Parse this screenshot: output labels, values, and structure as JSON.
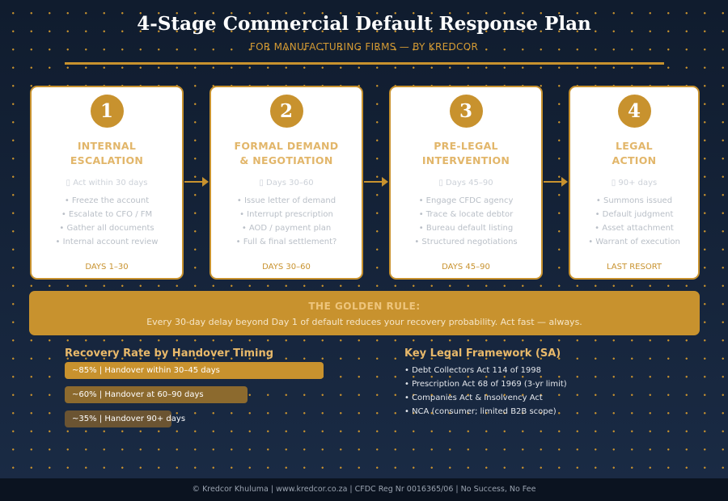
{
  "title": "4-Stage Commercial Default Response Plan",
  "subtitle": "FOR MANUFACTURING FIRMS  —  BY KREDCOR",
  "stages": [
    {
      "num": "1",
      "title1": "INTERNAL",
      "title2": "ESCALATION",
      "timing": "▯ Act within 30 days",
      "items": [
        "• Freeze the account",
        "• Escalate to CFO / FM",
        "• Gather all documents",
        "• Internal account review"
      ],
      "days": "DAYS 1–30"
    },
    {
      "num": "2",
      "title1": "FORMAL DEMAND",
      "title2": "& NEGOTIATION",
      "timing": "▯ Days 30–60",
      "items": [
        "• Issue letter of demand",
        "• Interrupt prescription",
        "• AOD / payment plan",
        "• Full & final settlement?"
      ],
      "days": "DAYS 30–60"
    },
    {
      "num": "3",
      "title1": "PRE-LEGAL",
      "title2": "INTERVENTION",
      "timing": "▯ Days 45–90",
      "items": [
        "• Engage CFDC agency",
        "• Trace & locate debtor",
        "• Bureau default listing",
        "• Structured negotiations"
      ],
      "days": "DAYS 45–90"
    },
    {
      "num": "4",
      "title1": "LEGAL",
      "title2": "ACTION",
      "timing": "▯ 90+ days",
      "items": [
        "• Summons issued",
        "• Default judgment",
        "• Asset attachment",
        "• Warrant of execution"
      ],
      "days": "LAST RESORT"
    }
  ],
  "golden_rule": {
    "heading": "THE GOLDEN RULE:",
    "text": "Every 30-day delay beyond Day 1 of default reduces your recovery probability. Act fast — always."
  },
  "recovery": {
    "heading": "Recovery Rate by Handover Timing",
    "bars": [
      {
        "label": "~85%  |  Handover within 30–45 days",
        "value": 85,
        "color": "#c8922e"
      },
      {
        "label": "~60%  |  Handover at 60–90 days",
        "value": 60,
        "color": "#8c6a2e"
      },
      {
        "label": "~35%  |  Handover 90+ days",
        "value": 35,
        "color": "#6b5432"
      }
    ]
  },
  "legal": {
    "heading": "Key Legal Framework (SA)",
    "items": [
      "• Debt Collectors Act 114 of 1998",
      "• Prescription Act 68 of 1969 (3-yr limit)",
      "• Companies Act & Insolvency Act",
      "• NCA (consumer; limited B2B scope)"
    ]
  },
  "footer": "© Kredcor Khuluma  |  www.kredcor.co.za  |  CFDC Reg Nr 0016365/06  |  No Success, No Fee"
}
